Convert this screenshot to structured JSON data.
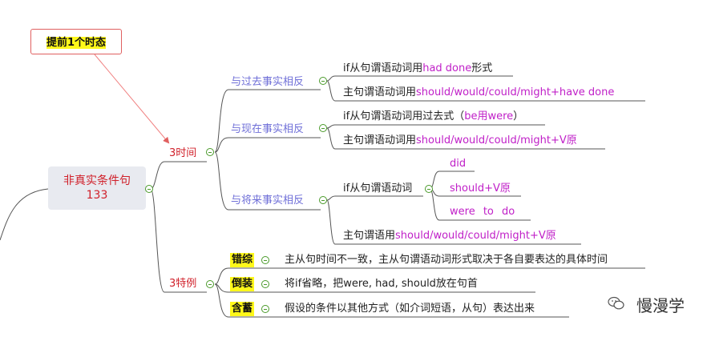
{
  "root": {
    "title": "非真实条件句",
    "sub": "133"
  },
  "callout": "提前1个时态",
  "branches": [
    {
      "label": "3时间",
      "subs": [
        {
          "label": "与过去事实相反",
          "items": [
            {
              "pre": "if从句谓语动词用",
              "hl": "had   done",
              "post": "形式"
            },
            {
              "pre": "主句谓语动词用",
              "hl": "should/would/could/might+have  done",
              "post": ""
            }
          ]
        },
        {
          "label": "与现在事实相反",
          "items": [
            {
              "pre": "if从句谓语动词用过去式（",
              "hl": "be用were",
              "post": "）"
            },
            {
              "pre": "主句谓语动词用",
              "hl": "should/would/could/might+V原",
              "post": ""
            }
          ]
        },
        {
          "label": "与将来事实相反",
          "items": [
            {
              "pre": "if从句谓语动词",
              "hl": "",
              "post": ""
            },
            {
              "pre": "主句谓语用",
              "hl": "should/would/could/might+V原",
              "post": ""
            }
          ],
          "options": [
            "did",
            "should+V原",
            "were   to   do"
          ]
        }
      ]
    },
    {
      "label": "3特例",
      "cases": [
        {
          "tag": "错综",
          "text": "主从句时间不一致，主从句谓语动词形式取决于各自要表达的具体时间"
        },
        {
          "tag": "倒装",
          "text": "将if省略，把were, had, should放在句首"
        },
        {
          "tag": "含蓄",
          "text": "假设的条件以其他方式（如介词短语，从句）表达出来"
        }
      ]
    }
  ],
  "watermark": "慢漫学",
  "colors": {
    "accent": "#c020c8",
    "branch": "#d0202a",
    "sub": "#7070d8",
    "highlight": "#fff81a",
    "toggle": "#4a9a2a"
  }
}
